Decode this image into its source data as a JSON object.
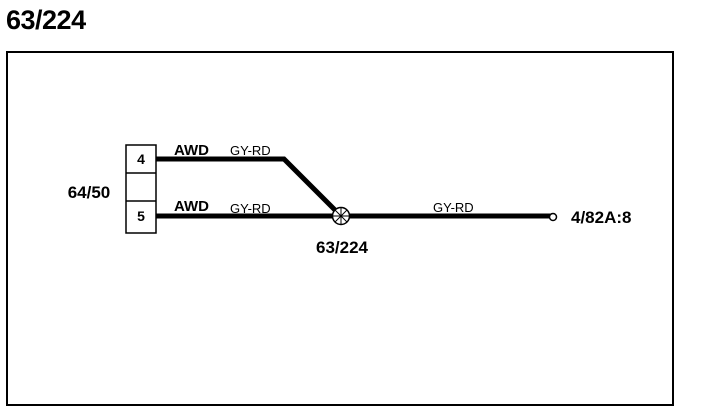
{
  "page": {
    "title": "63/224"
  },
  "connector": {
    "id": "64/50",
    "pins": [
      {
        "number": "4"
      },
      {
        "number": "5"
      }
    ]
  },
  "wires": [
    {
      "from_pin": "4",
      "system_label": "AWD",
      "color_code": "GY-RD"
    },
    {
      "from_pin": "5",
      "system_label": "AWD",
      "color_code": "GY-RD"
    },
    {
      "from_pin": "splice",
      "system_label": "",
      "color_code": "GY-RD"
    }
  ],
  "splice": {
    "id": "63/224"
  },
  "destination": {
    "id": "4/82A:8"
  },
  "colors": {
    "line": "#000000",
    "background": "#ffffff"
  }
}
